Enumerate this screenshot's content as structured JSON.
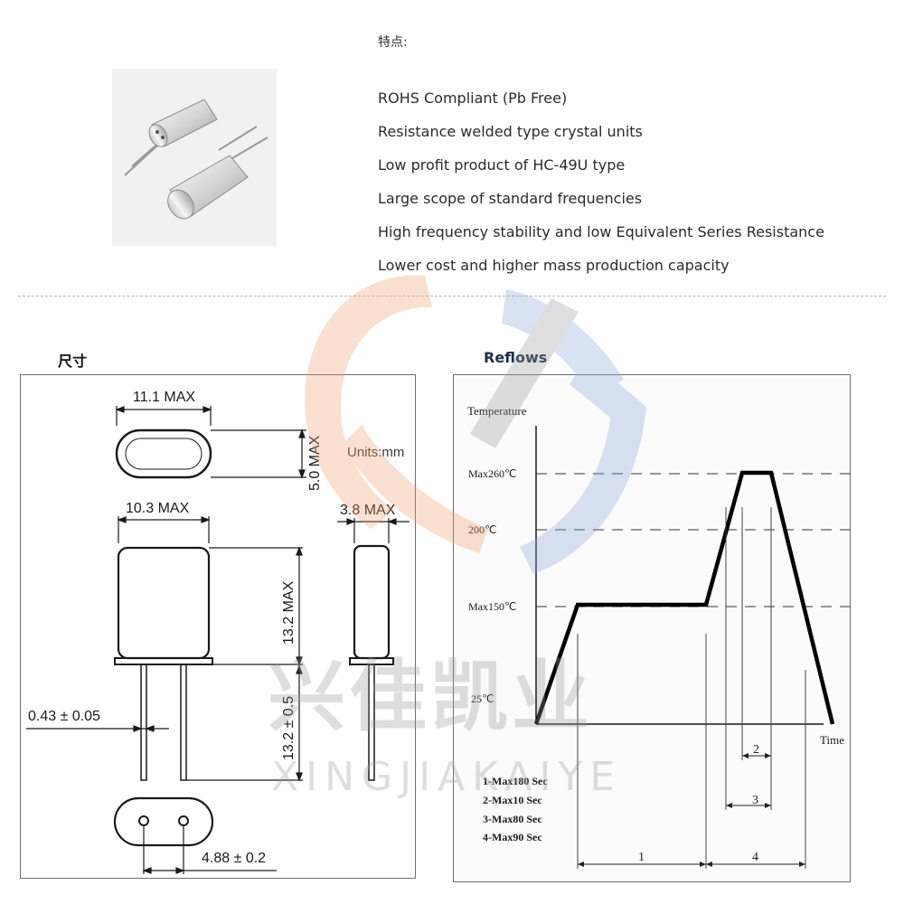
{
  "features": {
    "title": "特点:",
    "items": [
      "ROHS Compliant (Pb Free)",
      "Resistance welded type crystal units",
      "Low profit product of HC-49U type",
      "Large scope of standard frequencies",
      "High frequency stability and low Equivalent Series Resistance",
      "Lower cost and higher mass production capacity"
    ]
  },
  "dimensions": {
    "heading": "尺寸",
    "width_top": "11.1 MAX",
    "thickness": "5.0 MAX",
    "units": "Units:mm",
    "body_width": "10.3 MAX",
    "side_width": "3.8 MAX",
    "body_height": "13.2 MAX",
    "lead_length": "13.2 ± 0.5",
    "lead_diameter": "0.43 ± 0.05",
    "pitch": "4.88 ± 0.2"
  },
  "reflow": {
    "heading": "Reflows",
    "y_axis_label": "Temperature",
    "x_axis_label": "Time",
    "temp_levels": [
      "Max260℃",
      "200℃",
      "Max150℃",
      "25℃"
    ],
    "legend": [
      "1-Max180 Sec",
      "2-Max10 Sec",
      "3-Max80 Sec",
      "4-Max90 Sec"
    ],
    "interval_labels": [
      "1",
      "2",
      "3",
      "4"
    ]
  },
  "watermark": {
    "chinese": "兴佳凯业",
    "pinyin": "XINGJIAKAIYE",
    "colors": {
      "orange": "#f0a070",
      "blue": "#8aa6d8",
      "gray": "#9a9a9a"
    }
  }
}
